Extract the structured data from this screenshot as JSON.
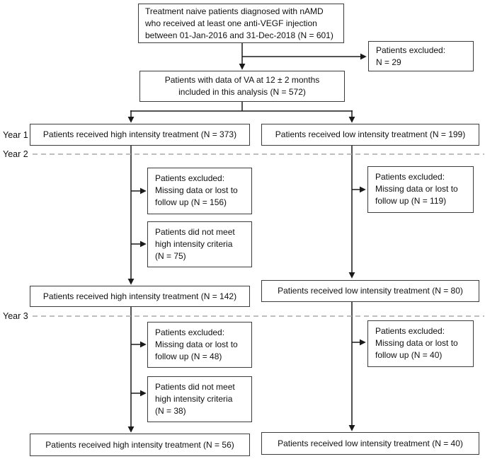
{
  "colors": {
    "box_border": "#3c3c3c",
    "connector": "#1a1a1a",
    "dashed_divider": "#a8a8a8",
    "text": "#111111",
    "background": "#ffffff"
  },
  "year_labels": [
    {
      "label": "Year 1"
    },
    {
      "label": "Year 2"
    },
    {
      "label": "Year 3"
    }
  ],
  "boxes": {
    "enrollment": {
      "text": "Treatment naive patients diagnosed with nAMD\nwho received at least one anti-VEGF injection\nbetween 01-Jan-2016 and 31-Dec-2018 (N = 601)"
    },
    "excluded_baseline": {
      "text": "Patients excluded:\nN = 29"
    },
    "analysis_cohort": {
      "text": "Patients with data of VA at 12 ± 2 months\nincluded in this analysis (N = 572)"
    },
    "year1_high": {
      "text": "Patients received high intensity treatment (N = 373)"
    },
    "year1_low": {
      "text": "Patients received low intensity treatment (N = 199)"
    },
    "year2_high_excluded_missing": {
      "text": "Patients excluded:\nMissing data or lost to\nfollow up (N = 156)"
    },
    "year2_high_excluded_criteria": {
      "text": "Patients did not meet\nhigh intensity criteria\n(N = 75)"
    },
    "year2_low_excluded_missing": {
      "text": "Patients excluded:\nMissing data or lost to\nfollow up (N = 119)"
    },
    "year2_high": {
      "text": "Patients received high intensity treatment (N = 142)"
    },
    "year2_low": {
      "text": "Patients received low intensity treatment (N = 80)"
    },
    "year3_high_excluded_missing": {
      "text": "Patients excluded:\nMissing data or lost to\nfollow up (N = 48)"
    },
    "year3_high_excluded_criteria": {
      "text": "Patients did not meet\nhigh intensity criteria\n(N = 38)"
    },
    "year3_low_excluded_missing": {
      "text": "Patients excluded:\nMissing data or lost to\nfollow up (N = 40)"
    },
    "year3_high": {
      "text": "Patients received high intensity treatment (N = 56)"
    },
    "year3_low": {
      "text": "Patients received low intensity treatment (N = 40)"
    }
  }
}
